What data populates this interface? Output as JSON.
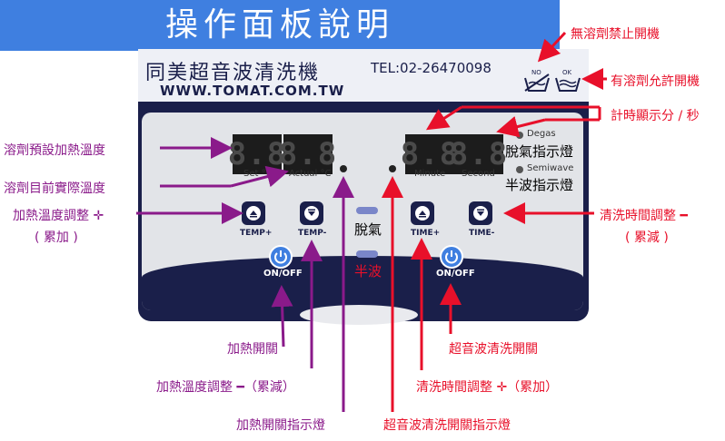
{
  "title": "操作面板說明",
  "brand": {
    "name": "同美超音波清洗機",
    "tel": "TEL:02-26470098",
    "website": "WWW.TOMAT.COM.TW",
    "symbol_no": "NO",
    "symbol_ok": "OK"
  },
  "displays": {
    "set_label": "Set  °C",
    "actual_label": "Actual °C",
    "minute_label": "Minute",
    "second_label": "Second",
    "digits_temp_set": "8.8",
    "digits_temp_actual": "8.8",
    "digits_minute": "8.8",
    "digits_second": "8.8"
  },
  "indicators": {
    "degas_small": "Degas",
    "degas_cn": "脫氣指示燈",
    "semiwave_small": "Semiwave",
    "semiwave_cn": "半波指示燈"
  },
  "buttons": {
    "temp_plus": "TEMP+",
    "temp_minus": "TEMP-",
    "time_plus": "TIME+",
    "time_minus": "TIME-",
    "onoff_left": "ON/OFF",
    "onoff_right": "ON/OFF",
    "degas": "脫氣",
    "semiwave": "半波"
  },
  "annotations": {
    "no_solvent": "無溶劑禁止開機",
    "has_solvent": "有溶劑允許開機",
    "timer_display": "計時顯示分 / 秒",
    "solvent_preset_temp": "溶劑預設加熱溫度",
    "solvent_actual_temp": "溶劑目前實際溫度",
    "heat_temp_up": "加熱溫度調整 ✛",
    "heat_temp_up_note": "( 累加 )",
    "wash_time_down": "清洗時間調整 ━",
    "wash_time_down_note": "( 累減 )",
    "heat_switch": "加熱開關",
    "heat_temp_down": "加熱溫度調整 ━（累減）",
    "heat_switch_indicator": "加熱開關指示燈",
    "ultrasonic_switch": "超音波清洗開關",
    "wash_time_up": "清洗時間調整 ✛（累加）",
    "ultrasonic_switch_indicator": "超音波清洗開關指示燈"
  },
  "colors": {
    "title_bg": "#3f7fe0",
    "device_navy": "#1a1f4a",
    "annotation_purple": "#8a1a8a",
    "annotation_red": "#e8102a"
  }
}
